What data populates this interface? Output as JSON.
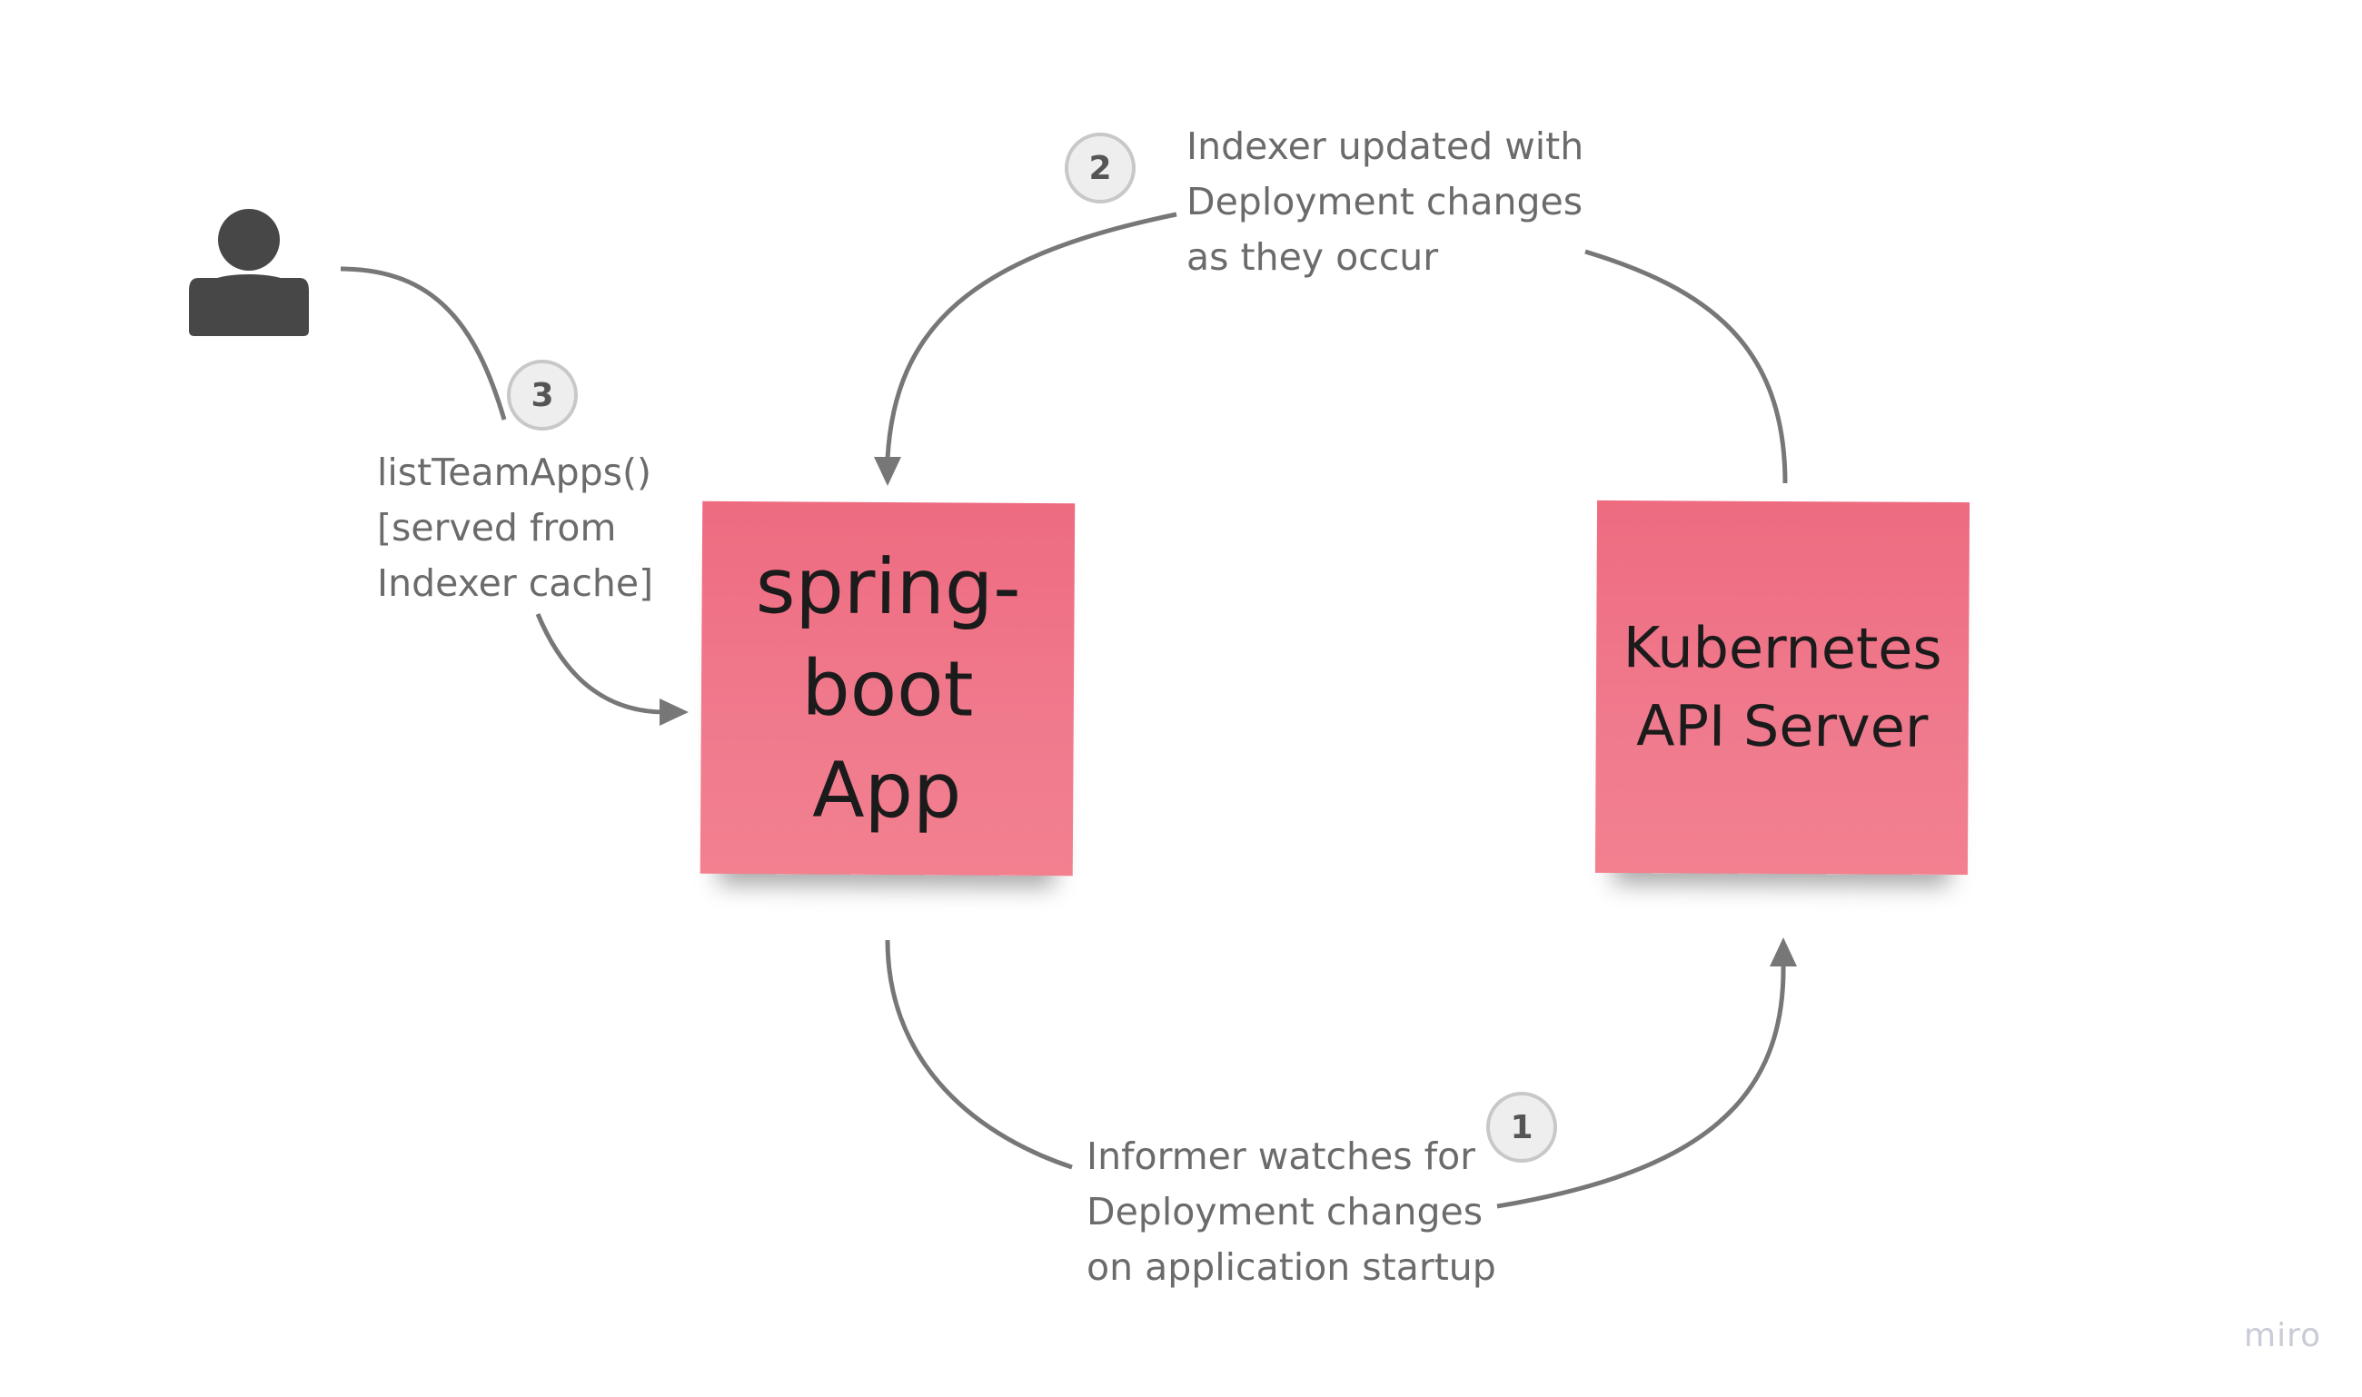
{
  "stickies": {
    "app": "spring-\nboot\nApp",
    "k8s": "Kubernetes\nAPI Server"
  },
  "labels": {
    "indexer": "Indexer updated with\nDeployment changes\nas they occur",
    "list": "listTeamApps()\n[served from\nIndexer cache]",
    "informer": "Informer watches for\nDeployment changes\non application startup"
  },
  "badges": {
    "one": "1",
    "two": "2",
    "three": "3"
  },
  "watermark": "miro",
  "colors": {
    "sticky": "#ef7084",
    "connector": "#777777",
    "text": "#6b6b6b",
    "badge_fill": "#eeeeee",
    "badge_border": "#c8c8c8"
  },
  "icons": {
    "user": "person-icon"
  }
}
